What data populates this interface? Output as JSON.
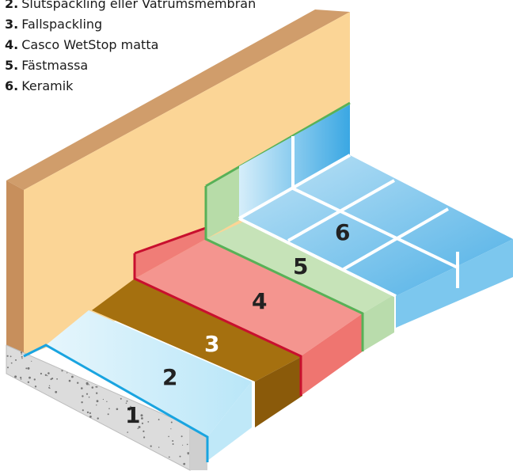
{
  "legend": [
    {
      "num": "2.",
      "label": "Slutspackling eller Våtrumsmembran"
    },
    {
      "num": "3.",
      "label": "Fallspackling"
    },
    {
      "num": "4.",
      "label": "Casco WetStop matta"
    },
    {
      "num": "5.",
      "label": "Fästmassa"
    },
    {
      "num": "6.",
      "label": "Keramik"
    }
  ],
  "layers": [
    {
      "id": "1",
      "color": "#eeeeee"
    },
    {
      "id": "2",
      "color": "#c8ecf8"
    },
    {
      "id": "3",
      "color": "#a5700f"
    },
    {
      "id": "4",
      "color": "#f4958f"
    },
    {
      "id": "5",
      "color": "#c6e3b8"
    },
    {
      "id": "6",
      "color": "#5fb8ea"
    }
  ],
  "colors": {
    "wall_front": "#fbd596",
    "wall_top": "#d09d6b",
    "wall_side": "#c78f5c",
    "membrane_edge": "#19a4e0",
    "mat_edge": "#c8102e",
    "adhesive_edge": "#58b157",
    "grout": "#ffffff"
  }
}
